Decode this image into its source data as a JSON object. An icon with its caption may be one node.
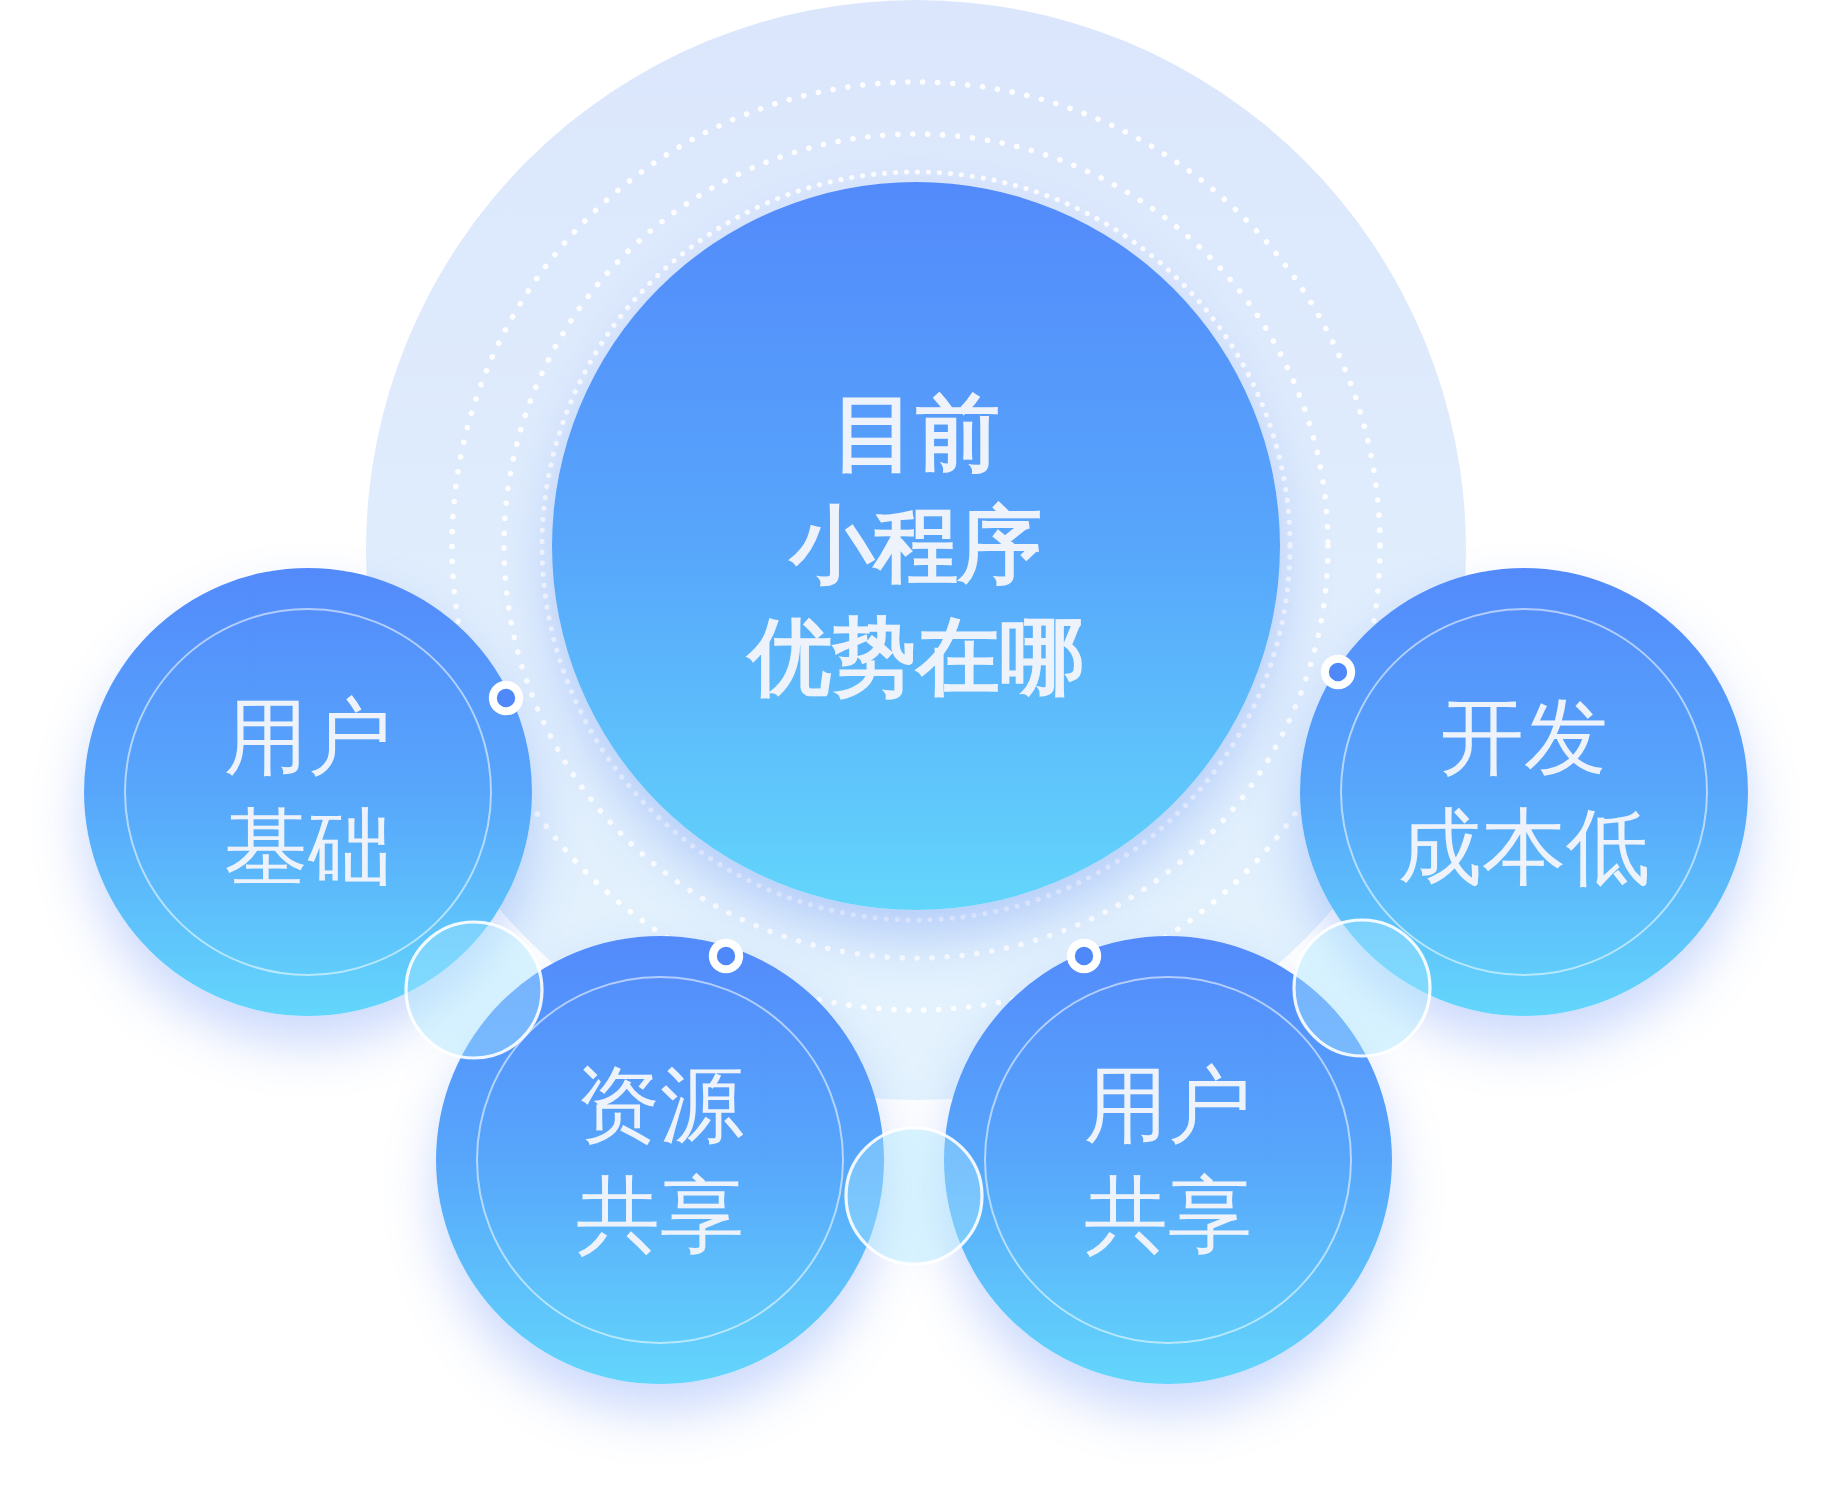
{
  "diagram": {
    "nodes": [
      {
        "text": [
          "目前小程序优势在哪"
        ]
      },
      {
        "text": [
          "用户基础"
        ]
      },
      {
        "text": [
          "开发成本低"
        ]
      },
      {
        "text": [
          "资源共享"
        ]
      },
      {
        "text": [
          "用户共享"
        ]
      }
    ]
  }
}
